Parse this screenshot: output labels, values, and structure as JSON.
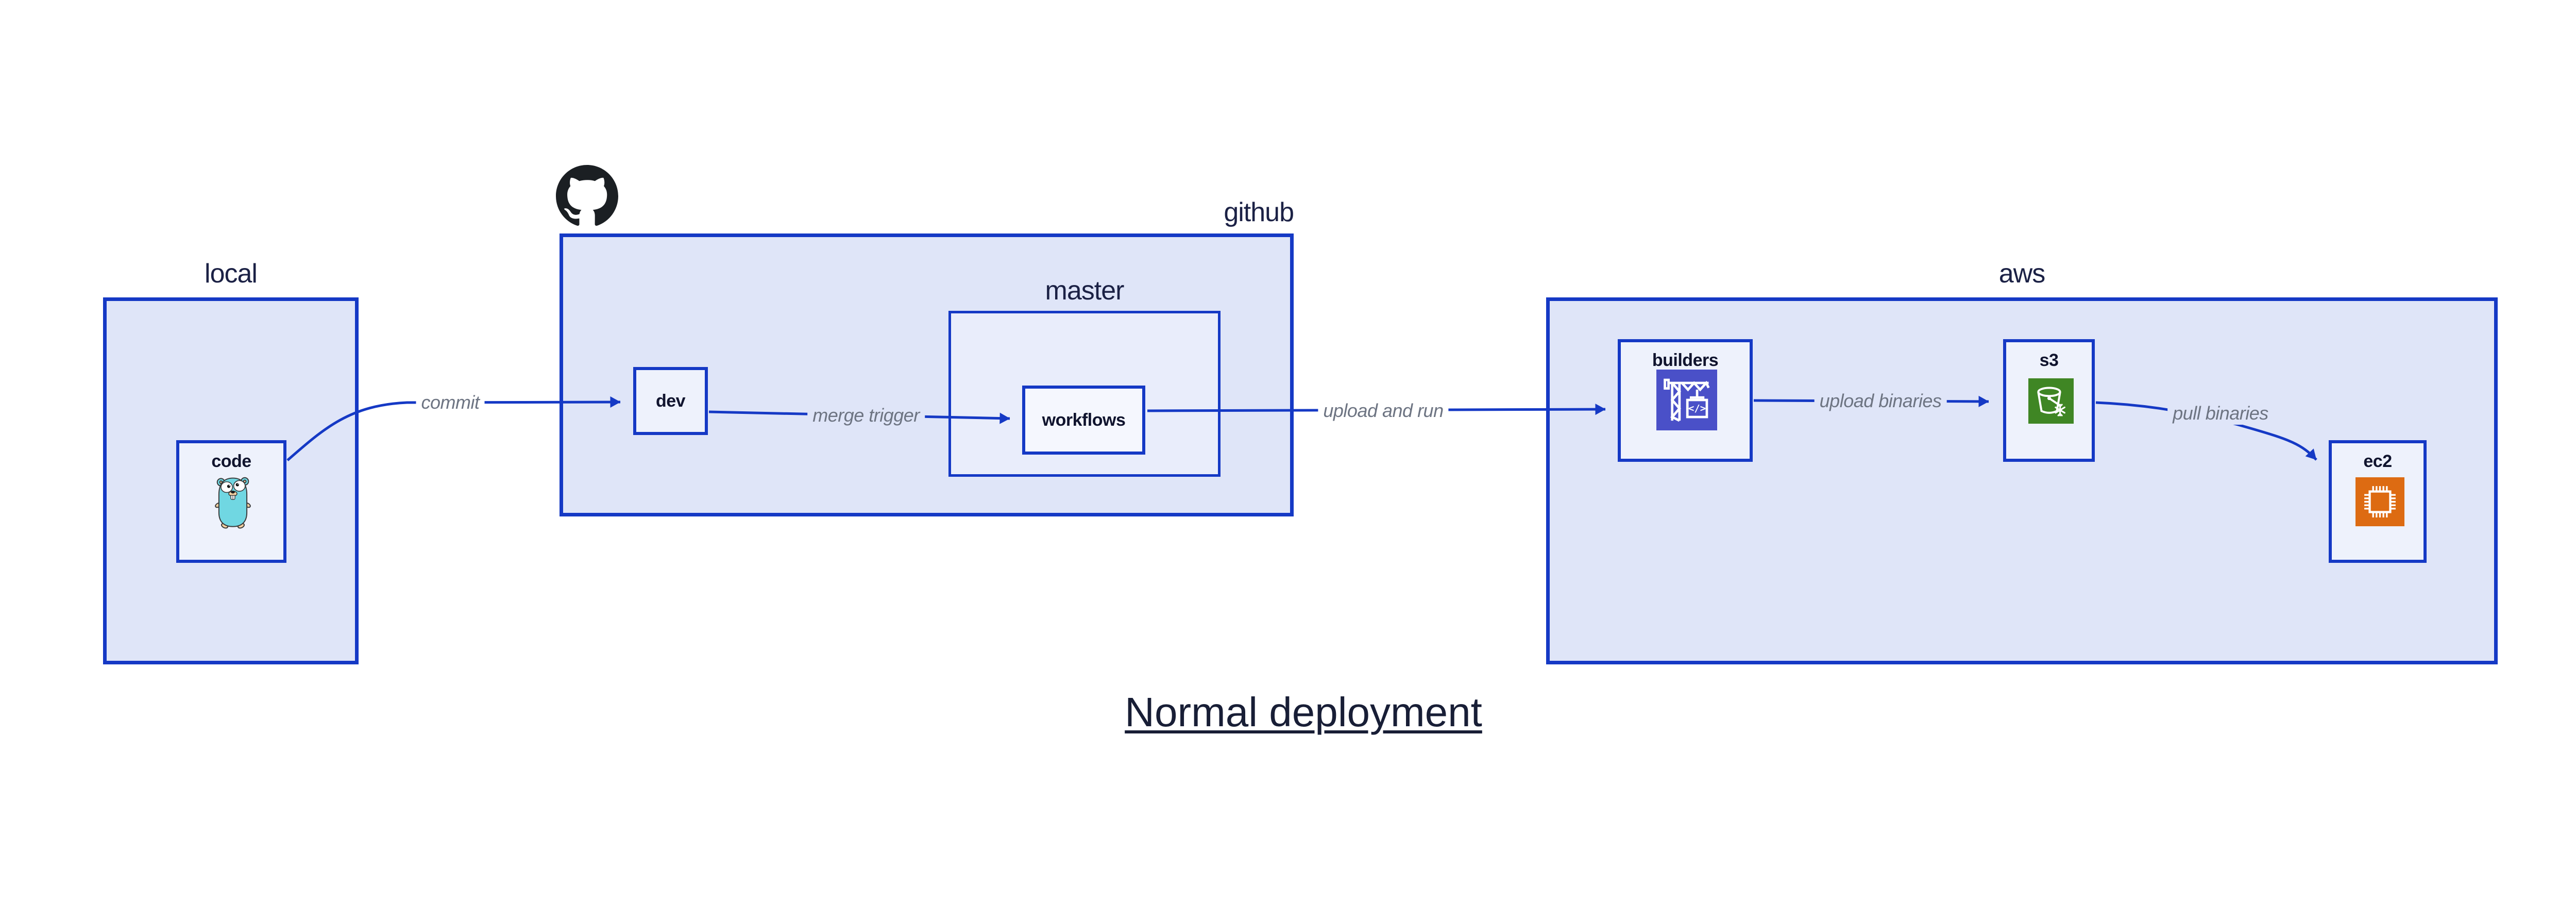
{
  "title": {
    "text": "Normal deployment"
  },
  "containers": {
    "local": {
      "label": "local"
    },
    "github": {
      "label": "github"
    },
    "master": {
      "label": "master"
    },
    "aws": {
      "label": "aws"
    }
  },
  "nodes": {
    "code": {
      "label": "code",
      "icon": "go-gopher-icon"
    },
    "dev": {
      "label": "dev"
    },
    "workflows": {
      "label": "workflows"
    },
    "builders": {
      "label": "builders",
      "icon": "codebuild-crane-icon"
    },
    "s3": {
      "label": "s3",
      "icon": "s3-glacier-bucket-icon"
    },
    "ec2": {
      "label": "ec2",
      "icon": "ec2-chip-icon"
    }
  },
  "edges": [
    {
      "from": "code",
      "to": "dev",
      "label": "commit"
    },
    {
      "from": "dev",
      "to": "workflows",
      "label": "merge trigger"
    },
    {
      "from": "workflows",
      "to": "builders",
      "label": "upload and run"
    },
    {
      "from": "builders",
      "to": "s3",
      "label": "upload binaries"
    },
    {
      "from": "s3",
      "to": "ec2",
      "label": "pull binaries"
    }
  ],
  "colors": {
    "canvas_bg": "#ffffff",
    "border_blue": "#1539c5",
    "arrow_blue": "#1539c5",
    "container_fill": "#dfe5f8",
    "mid_fill": "#e9edfb",
    "leaf_fill": "#eef2fc",
    "leaf_fill_deep": "#f5f7fe",
    "label_navy": "#1b2145",
    "node_label_navy": "#10142e",
    "edge_label_gray": "#6d7482",
    "title_color": "#181e36",
    "octocat_black": "#1b1f23",
    "gopher_teal": "#70d7e2",
    "builders_indigo": "#4a50c8",
    "s3_green": "#3f8624",
    "ec2_orange": "#dd6b12"
  }
}
